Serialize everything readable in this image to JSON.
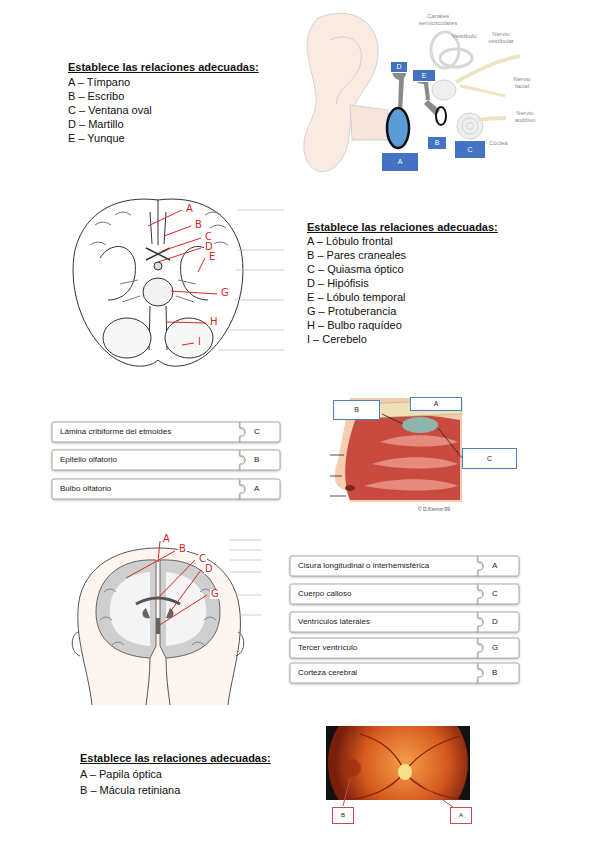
{
  "diagram": {
    "nodes": [
      {
        "text": [
          "D"
        ]
      },
      {
        "text": [
          "E"
        ]
      },
      {
        "text": [
          "A"
        ]
      },
      {
        "text": [
          "B"
        ]
      },
      {
        "text": [
          "C"
        ]
      },
      {
        "text": [
          "Lámina cribiforme del etmoides"
        ]
      },
      {
        "text": [
          "C"
        ]
      },
      {
        "text": [
          "Epitelio olfatorio"
        ]
      },
      {
        "text": [
          "B"
        ]
      },
      {
        "text": [
          "Bulbo olfatorio"
        ]
      },
      {
        "text": [
          "A"
        ]
      },
      {
        "text": [
          "B"
        ]
      },
      {
        "text": [
          "A"
        ]
      },
      {
        "text": [
          "C"
        ]
      },
      {
        "text": [
          "Cisura longitudinal o interhemisférica"
        ]
      },
      {
        "text": [
          "A"
        ]
      },
      {
        "text": [
          "Cuerpo calloso"
        ]
      },
      {
        "text": [
          "C"
        ]
      },
      {
        "text": [
          "Ventrículos laterales"
        ]
      },
      {
        "text": [
          "D"
        ]
      },
      {
        "text": [
          "Tercer ventrículo"
        ]
      },
      {
        "text": [
          "G"
        ]
      },
      {
        "text": [
          "Corteza cerebral"
        ]
      },
      {
        "text": [
          "B"
        ]
      },
      {
        "text": [
          "B"
        ]
      },
      {
        "text": [
          "A"
        ]
      }
    ],
    "labels": [
      "Establece las relaciones adecuadas:",
      "A – Tímpano",
      "B – Escribo",
      "C – Ventana oval",
      "D – Martillo",
      "E – Yunque",
      "Canales semicirculares",
      "Vestíbulo",
      "Nervio vestibular",
      "Nervio facial",
      "Nervio auditivo",
      "Cóclea",
      "A",
      "B",
      "C",
      "D",
      "E",
      "G",
      "H",
      "I",
      "Establece las relaciones adecuadas:",
      "A – Lóbulo frontal",
      "B – Pares craneales",
      "C – Quiasma óptico",
      "D – Hipófisis",
      "E – Lóbulo temporal",
      "G – Protuberancia",
      "H – Bulbo raquídeo",
      "I – Cerebelo",
      "© D.Klemm'99",
      "A",
      "B",
      "C",
      "D",
      "G",
      "Establece las relaciones adecuadas:",
      "A – Papila óptica",
      "B – Mácula retiniana"
    ]
  }
}
